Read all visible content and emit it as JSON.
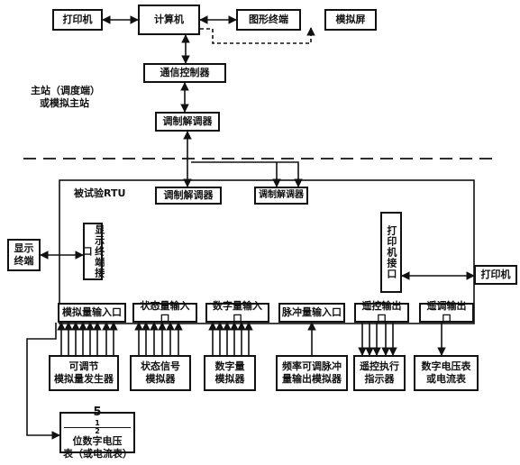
{
  "nodes": {
    "computer": "计算机",
    "printer_top": "打印机",
    "graphic_terminal": "图形终端",
    "simulation_screen": "模拟屏",
    "comm_controller": "通信控制器",
    "modem_master": "调制解调器",
    "master_station_line1": "主站（调度端）",
    "master_station_line2": "或模拟主站",
    "rtu_label": "被试验RTU",
    "modem_rtu_1": "调制解调器",
    "modem_rtu_2": "调制解调器",
    "display_terminal": "显示终端",
    "display_terminal_if": "显示终端接口",
    "printer_if": "打印机接口",
    "printer_right": "打印机",
    "analog_input": "模拟量输入口",
    "status_input": "状态量输入口",
    "digital_input": "数字量输入口",
    "pulse_input": "脉冲量输入口",
    "remote_control_out": "遥控输出口",
    "remote_adjust_out": "遥调输出口",
    "analog_gen_line1": "可调节",
    "analog_gen_line2": "模拟量发生器",
    "status_sim_line1": "状态信号",
    "status_sim_line2": "模拟器",
    "digital_sim_line1": "数字量",
    "digital_sim_line2": "模拟器",
    "pulse_sim_line1": "频率可调脉冲",
    "pulse_sim_line2": "量输出模拟器",
    "rc_exec_line1": "遥控执行",
    "rc_exec_line2": "指示器",
    "meter_line1": "数字电压表",
    "meter_line2": "或电流表",
    "dvm_whole": "5",
    "dvm_num": "1",
    "dvm_den": "2",
    "dvm_suffix": "位数字电压",
    "dvm_line2": "表（或电流表）"
  }
}
